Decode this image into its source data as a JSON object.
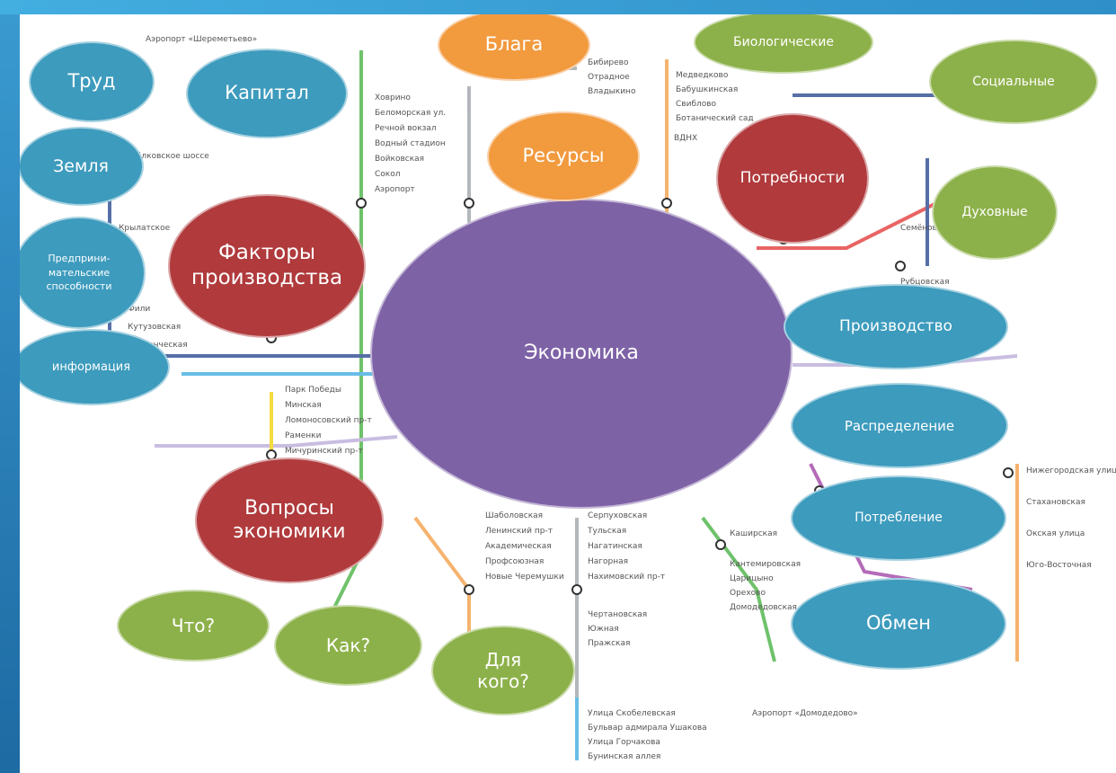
{
  "center": "Экономика",
  "factors": {
    "label": "Факторы производства",
    "items": [
      "Труд",
      "Капитал",
      "Земля",
      "Предприни-мательские способности",
      "информация"
    ]
  },
  "resources": {
    "label": "Ресурсы",
    "items": [
      "Блага"
    ]
  },
  "needs": {
    "label": "Потребности",
    "items": [
      "Биологические",
      "Социальные",
      "Духовные"
    ]
  },
  "stages": [
    "Производство",
    "Распределение",
    "Потребление",
    "Обмен"
  ],
  "questions": {
    "label": "Вопросы экономики",
    "items": [
      "Что?",
      "Как?",
      "Для кого?"
    ]
  },
  "colors": {
    "blue": "#3d9bbd",
    "red": "#b03a3c",
    "green": "#8db14a",
    "orange": "#f29a3e",
    "purple": "#7e62a6"
  }
}
